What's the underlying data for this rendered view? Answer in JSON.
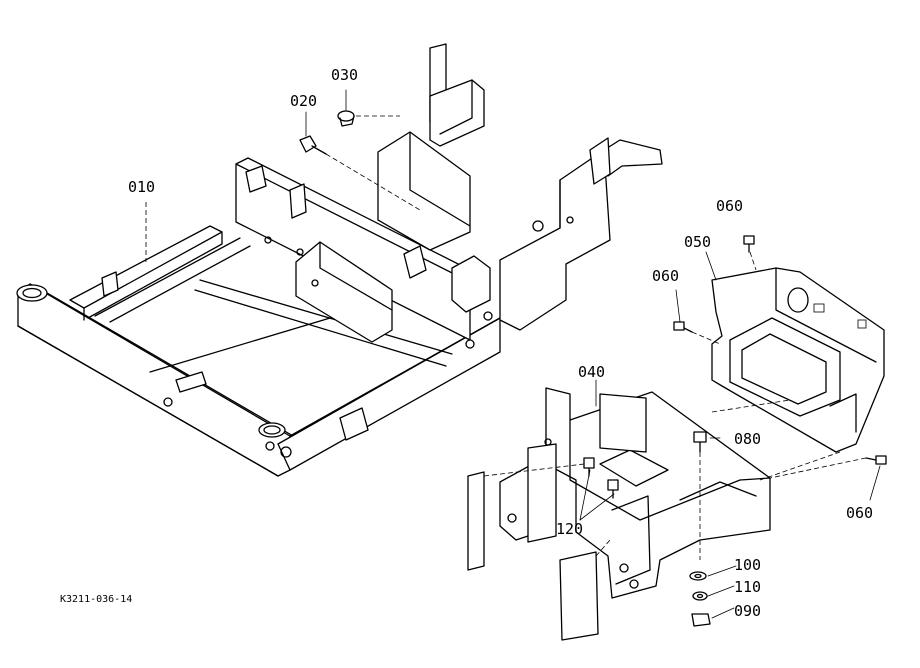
{
  "diagram": {
    "callouts": [
      {
        "id": "010",
        "label": "010"
      },
      {
        "id": "020",
        "label": "020"
      },
      {
        "id": "030",
        "label": "030"
      },
      {
        "id": "040",
        "label": "040"
      },
      {
        "id": "050",
        "label": "050"
      },
      {
        "id": "060a",
        "label": "060"
      },
      {
        "id": "060b",
        "label": "060"
      },
      {
        "id": "060c",
        "label": "060"
      },
      {
        "id": "080",
        "label": "080"
      },
      {
        "id": "090",
        "label": "090"
      },
      {
        "id": "100",
        "label": "100"
      },
      {
        "id": "110",
        "label": "110"
      },
      {
        "id": "120",
        "label": "120"
      }
    ],
    "reference_code": "K3211-036-14"
  }
}
